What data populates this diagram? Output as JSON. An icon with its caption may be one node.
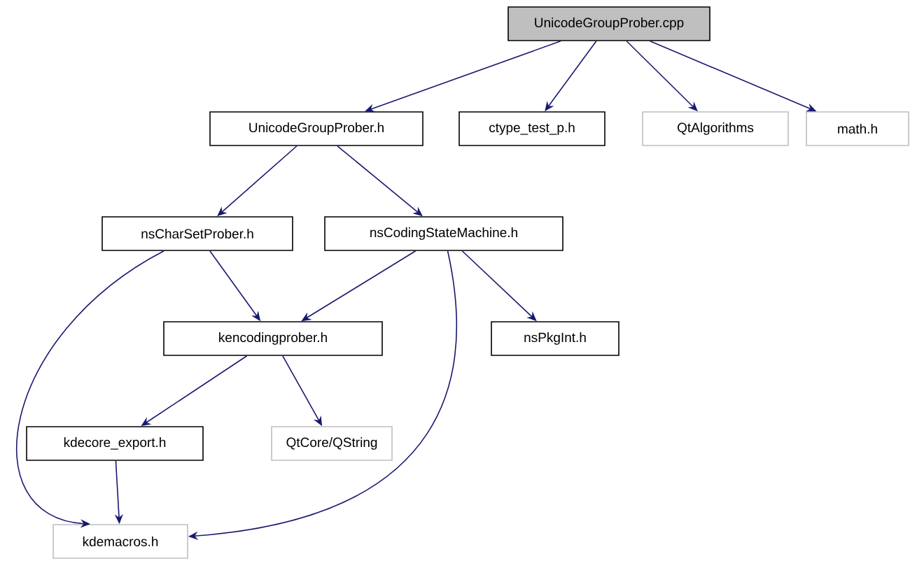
{
  "diagram": {
    "nodes": [
      {
        "text": [
          "UnicodeGroupProber.cpp"
        ]
      },
      {
        "text": [
          "UnicodeGroupProber.h"
        ]
      },
      {
        "text": [
          "ctype_test_p.h"
        ]
      },
      {
        "text": [
          "QtAlgorithms"
        ]
      },
      {
        "text": [
          "math.h"
        ]
      },
      {
        "text": [
          "nsCharSetProber.h"
        ]
      },
      {
        "text": [
          "nsCodingStateMachine.h"
        ]
      },
      {
        "text": [
          "kencodingprober.h"
        ]
      },
      {
        "text": [
          "nsPkgInt.h"
        ]
      },
      {
        "text": [
          "kdecore_export.h"
        ]
      },
      {
        "text": [
          "QtCore/QString"
        ]
      },
      {
        "text": [
          "kdemacros.h"
        ]
      }
    ],
    "edges": [
      {
        "from": 0,
        "to": 1,
        "arrow": "to"
      },
      {
        "from": 0,
        "to": 2,
        "arrow": "to"
      },
      {
        "from": 0,
        "to": 3,
        "arrow": "to"
      },
      {
        "from": 0,
        "to": 4,
        "arrow": "to"
      },
      {
        "from": 1,
        "to": 5,
        "arrow": "to"
      },
      {
        "from": 1,
        "to": 6,
        "arrow": "to"
      },
      {
        "from": 5,
        "to": 7,
        "arrow": "to"
      },
      {
        "from": 5,
        "to": 11,
        "arrow": "to"
      },
      {
        "from": 6,
        "to": 7,
        "arrow": "to"
      },
      {
        "from": 6,
        "to": 8,
        "arrow": "to"
      },
      {
        "from": 6,
        "to": 11,
        "arrow": "to"
      },
      {
        "from": 7,
        "to": 9,
        "arrow": "to"
      },
      {
        "from": 7,
        "to": 10,
        "arrow": "to"
      },
      {
        "from": 9,
        "to": 11,
        "arrow": "to"
      }
    ]
  }
}
